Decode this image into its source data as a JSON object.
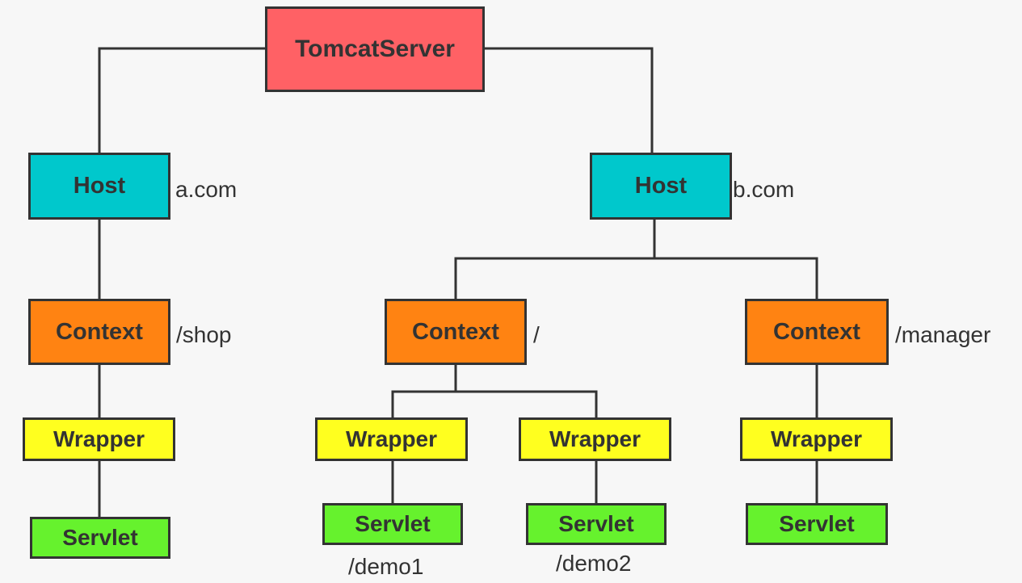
{
  "colors": {
    "background": "#f7f7f7",
    "server": "#ff6165",
    "host": "#00c8cc",
    "context": "#ff8312",
    "wrapper": "#ffff1f",
    "servlet": "#66f22d",
    "border": "#333333"
  },
  "diagram": {
    "server": "TomcatServer",
    "hosts": [
      {
        "label": "Host",
        "domain": "a.com",
        "contexts": [
          {
            "label": "Context",
            "path": "/shop",
            "wrappers": [
              {
                "label": "Wrapper",
                "servlet": "Servlet",
                "mapping": ""
              }
            ]
          }
        ]
      },
      {
        "label": "Host",
        "domain": "b.com",
        "contexts": [
          {
            "label": "Context",
            "path": "/",
            "wrappers": [
              {
                "label": "Wrapper",
                "servlet": "Servlet",
                "mapping": "/demo1"
              },
              {
                "label": "Wrapper",
                "servlet": "Servlet",
                "mapping": "/demo2"
              }
            ]
          },
          {
            "label": "Context",
            "path": "/manager",
            "wrappers": [
              {
                "label": "Wrapper",
                "servlet": "Servlet",
                "mapping": ""
              }
            ]
          }
        ]
      }
    ]
  }
}
